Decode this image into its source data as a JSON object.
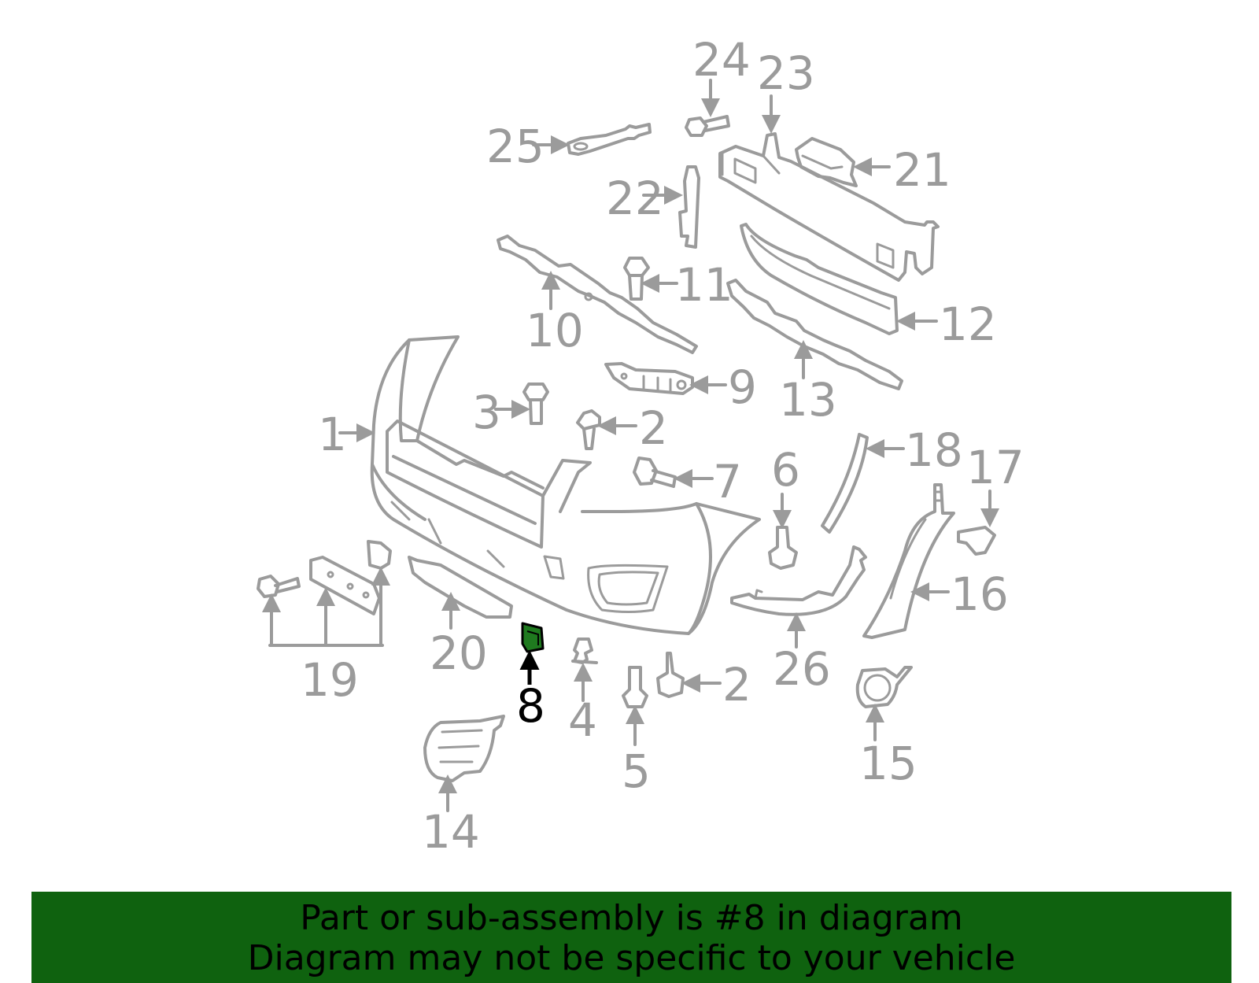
{
  "diagram": {
    "callouts": [
      {
        "id": "1",
        "label": "1"
      },
      {
        "id": "2a",
        "label": "2"
      },
      {
        "id": "2b",
        "label": "2"
      },
      {
        "id": "3",
        "label": "3"
      },
      {
        "id": "4",
        "label": "4"
      },
      {
        "id": "5",
        "label": "5"
      },
      {
        "id": "6",
        "label": "6"
      },
      {
        "id": "7",
        "label": "7"
      },
      {
        "id": "8",
        "label": "8"
      },
      {
        "id": "9",
        "label": "9"
      },
      {
        "id": "10",
        "label": "10"
      },
      {
        "id": "11",
        "label": "11"
      },
      {
        "id": "12",
        "label": "12"
      },
      {
        "id": "13",
        "label": "13"
      },
      {
        "id": "14",
        "label": "14"
      },
      {
        "id": "15",
        "label": "15"
      },
      {
        "id": "16",
        "label": "16"
      },
      {
        "id": "17",
        "label": "17"
      },
      {
        "id": "18",
        "label": "18"
      },
      {
        "id": "19",
        "label": "19"
      },
      {
        "id": "20",
        "label": "20"
      },
      {
        "id": "21",
        "label": "21"
      },
      {
        "id": "22",
        "label": "22"
      },
      {
        "id": "23",
        "label": "23"
      },
      {
        "id": "24",
        "label": "24"
      },
      {
        "id": "25",
        "label": "25"
      },
      {
        "id": "26",
        "label": "26"
      }
    ],
    "highlighted_part": "8",
    "highlight_color": "#1f7a1f",
    "line_color": "#9b9b9b"
  },
  "banner": {
    "line1": "Part or sub-assembly is #8 in diagram",
    "line2": "Diagram may not be specific to your vehicle",
    "background": "#0f620f"
  }
}
